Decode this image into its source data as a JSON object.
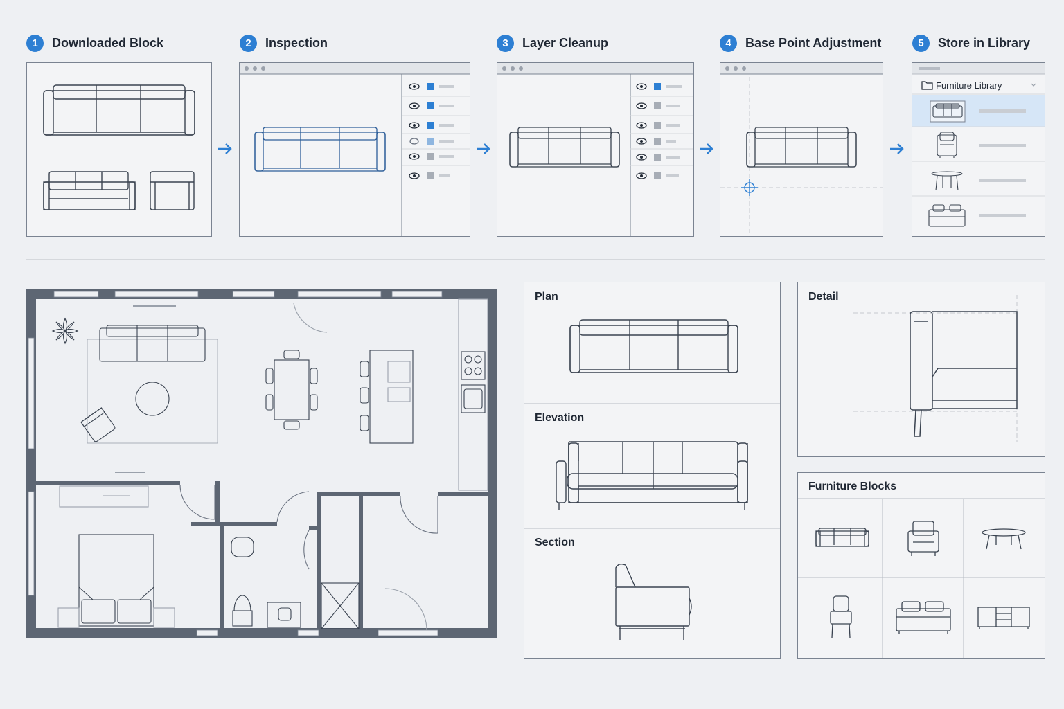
{
  "steps": [
    {
      "number": "1",
      "title": "Downloaded Block"
    },
    {
      "number": "2",
      "title": "Inspection"
    },
    {
      "number": "3",
      "title": "Layer Cleanup"
    },
    {
      "number": "4",
      "title": "Base Point Adjustment"
    },
    {
      "number": "5",
      "title": "Store in Library"
    }
  ],
  "library": {
    "folder_label": "Furniture Library"
  },
  "views": {
    "plan": "Plan",
    "elevation": "Elevation",
    "section": "Section",
    "detail": "Detail",
    "blocks": "Furniture Blocks"
  },
  "colors": {
    "accent": "#2d7fd3",
    "line": "#3a4350",
    "wall": "#5d6673",
    "layer_gray": "#a7adb6"
  }
}
